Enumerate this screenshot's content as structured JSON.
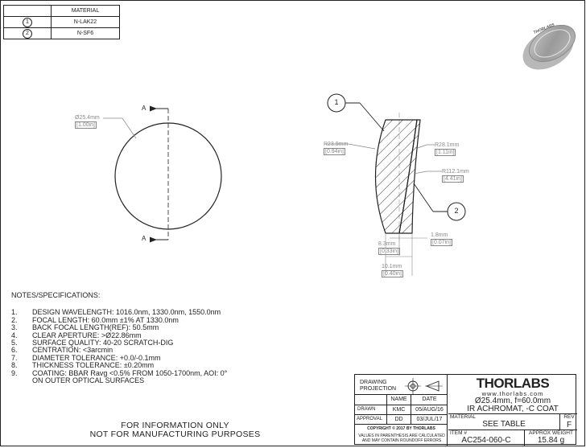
{
  "material_table": {
    "header": "MATERIAL",
    "rows": [
      {
        "index": "1",
        "material": "N-LAK22"
      },
      {
        "index": "2",
        "material": "N-SF6"
      }
    ]
  },
  "front_view": {
    "section_label_top": "A",
    "section_label_bottom": "A",
    "diameter_mm": "Ø25.4mm",
    "diameter_in": "[1.00in]"
  },
  "section_view": {
    "callout_1": "1",
    "callout_2": "2",
    "r1_mm": "R23.9mm",
    "r1_in": "[0.94in]",
    "r2_mm": "R28.1mm",
    "r2_in": "[1.11in]",
    "r3_mm": "R112.1mm",
    "r3_in": "[4.41in]",
    "t1_mm": "8.3mm",
    "t1_in": "[0.33in]",
    "t2_mm": "1.8mm",
    "t2_in": "[0.07in]",
    "t_total_mm": "10.1mm",
    "t_total_in": "[0.40in]"
  },
  "notes": {
    "title": "NOTES/SPECIFICATIONS:",
    "items": [
      {
        "n": "1.",
        "text": "DESIGN WAVELENGTH: 1016.0nm, 1330.0nm, 1550.0nm"
      },
      {
        "n": "2.",
        "text": "FOCAL LENGTH: 60.0mm ±1% AT 1330.0nm"
      },
      {
        "n": "3.",
        "text": "BACK FOCAL LENGTH(REF): 50.5mm"
      },
      {
        "n": "4.",
        "text": "CLEAR APERTURE: >Ø22.86mm"
      },
      {
        "n": "5.",
        "text": "SURFACE QUALITY: 40-20 SCRATCH-DIG"
      },
      {
        "n": "6.",
        "text": "CENTRATION: <3arcmin"
      },
      {
        "n": "7.",
        "text": "DIAMETER TOLERANCE: +0.0/-0.1mm"
      },
      {
        "n": "8.",
        "text": "THICKNESS TOLERANCE: ±0.20mm"
      },
      {
        "n": "9.",
        "text": "COATING: BBAR Ravg <0.5% FROM 1050-1700nm, AOI: 0°"
      }
    ],
    "continuation": "ON OUTER OPTICAL SURFACES"
  },
  "info_stamp": {
    "line1": "FOR INFORMATION ONLY",
    "line2": "NOT FOR MANUFACTURING PURPOSES"
  },
  "title_block": {
    "projection_label": "DRAWING\nPROJECTION",
    "col_name": "NAME",
    "col_date": "DATE",
    "drawn_label": "DRAWN",
    "drawn_name": "KMC",
    "drawn_date": "05/AUG/16",
    "approval_label": "APPROVAL",
    "approval_name": "DD",
    "approval_date": "03/JUL/17",
    "copyright": "COPYRIGHT © 2017 BY THORLABS",
    "disclaimer": "VALUES IN PARENTHESIS ARE CALCULATED AND MAY CONTAIN ROUNDOFF ERRORS",
    "brand": "THORLABS",
    "website": "www.thorlabs.com",
    "desc1": "Ø25.4mm, f=60.0mm",
    "desc2": "IR ACHROMAT, -C COAT",
    "material_label": "MATERIAL",
    "material_value": "SEE TABLE",
    "rev_label": "REV",
    "rev_value": "F",
    "item_label": "ITEM #",
    "item_value": "AC254-060-C",
    "weight_label": "APPROX WEIGHT",
    "weight_value": "15.84 g"
  },
  "lens_badge_text": "THORLABS",
  "colors": {
    "line": "#222222",
    "dim": "#888888",
    "lens_gray": "#aaaaaa"
  }
}
